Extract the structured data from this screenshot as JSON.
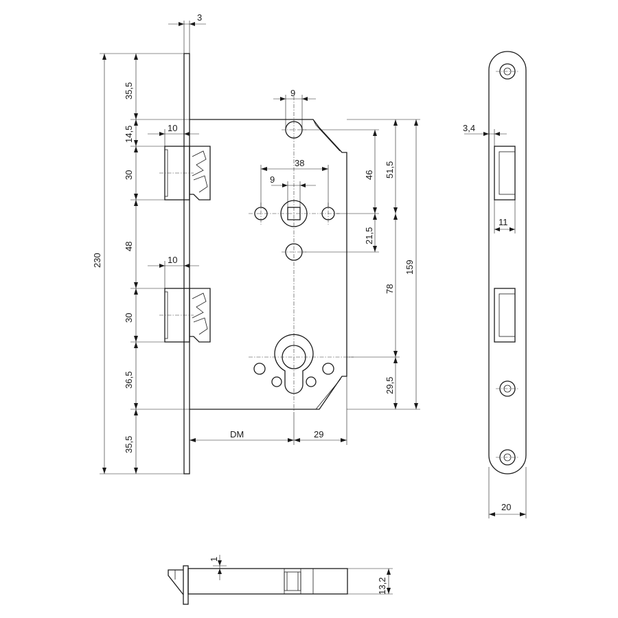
{
  "dimensions": {
    "plate_thickness": "3",
    "top_to_bolt": "35,5",
    "bolt_gap": "14,5",
    "latch_height_1": "30",
    "latch_spacing": "48",
    "latch_height_2": "30",
    "lower_to_bottom": "36,5",
    "bottom_gap": "35,5",
    "overall_height": "230",
    "latch_protrusion_1": "10",
    "latch_protrusion_2": "10",
    "upper_hole_dia": "9",
    "spindle_hole_spacing": "38",
    "spindle_square": "9",
    "top_to_spindle": "46",
    "top_to_spindle_outer": "51,5",
    "spindle_to_lower_hole": "21,5",
    "spindle_to_cylinder": "78",
    "case_height": "159",
    "cylinder_to_bottom": "29,5",
    "backset": "DM",
    "cylinder_to_back": "29",
    "faceplate_slot_offset": "3,4",
    "faceplate_slot_width": "11",
    "faceplate_width": "20",
    "bottom_offset": "1",
    "body_thickness": "13,2"
  }
}
